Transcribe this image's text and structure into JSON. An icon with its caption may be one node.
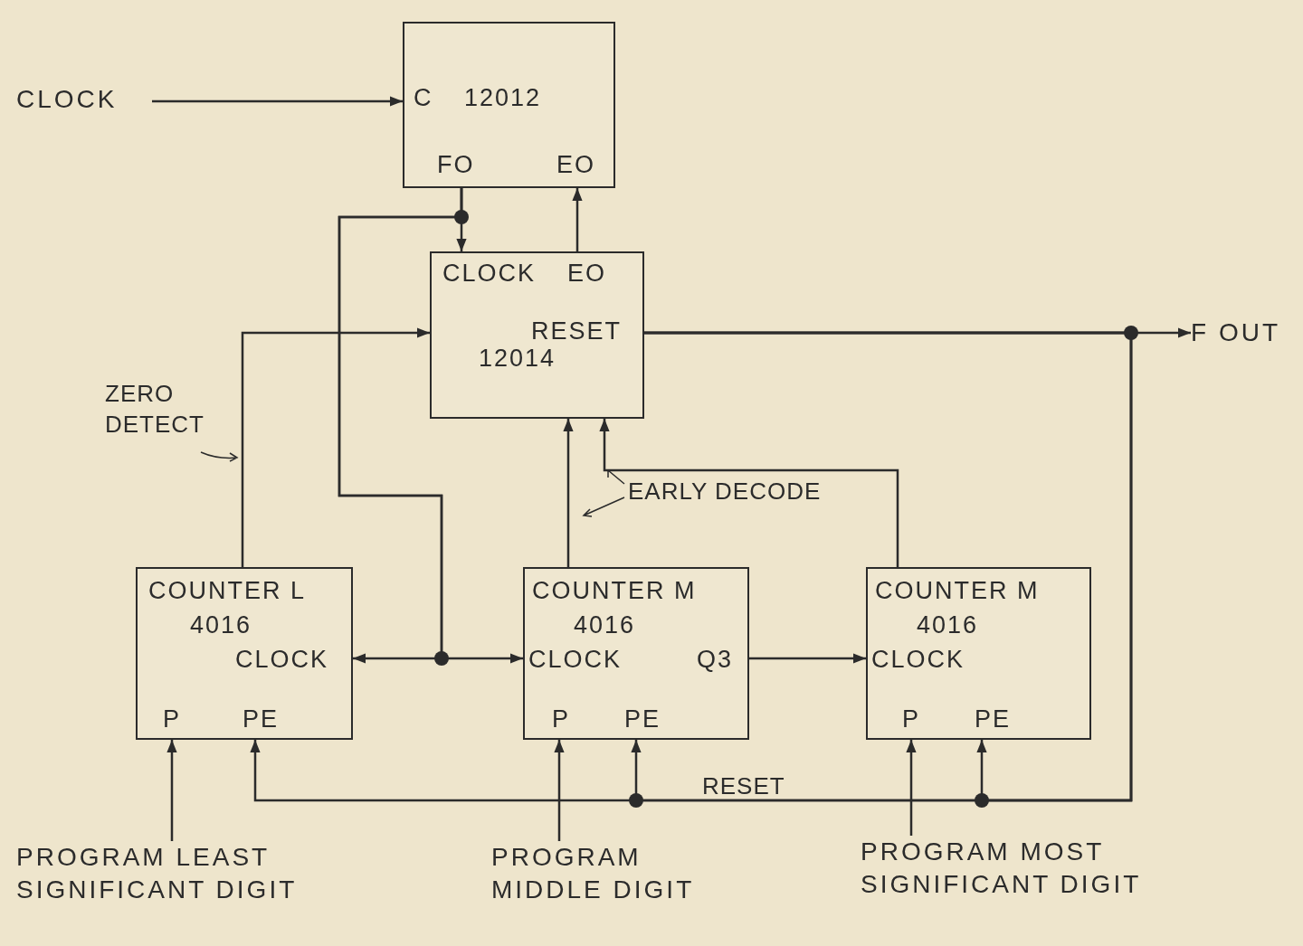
{
  "diagram": {
    "nodes": [
      {
        "text": [
          "CLOCK"
        ]
      },
      {
        "text": [
          "C",
          "12012",
          "FO",
          "EO"
        ]
      },
      {
        "text": [
          "CLOCK",
          "EO",
          "RESET",
          "12014"
        ]
      },
      {
        "text": [
          "COUNTER L",
          "4016",
          "CLOCK",
          "P",
          "PE"
        ]
      },
      {
        "text": [
          "COUNTER M",
          "4016",
          "CLOCK",
          "Q3",
          "P",
          "PE"
        ]
      },
      {
        "text": [
          "COUNTER M",
          "4016",
          "CLOCK",
          "P",
          "PE"
        ]
      },
      {
        "text": [
          "F OUT"
        ]
      },
      {
        "text": [
          "PROGRAM LEAST SIGNIFICANT DIGIT"
        ]
      },
      {
        "text": [
          "PROGRAM MIDDLE DIGIT"
        ]
      },
      {
        "text": [
          "PROGRAM MOST SIGNIFICANT DIGIT"
        ]
      }
    ],
    "edges": [
      {
        "from": 0,
        "to": 1,
        "arrow": "to"
      },
      {
        "from": 1,
        "to": 2,
        "arrow": "to"
      },
      {
        "from": 1,
        "to": 3,
        "arrow": "to"
      },
      {
        "from": 1,
        "to": 4,
        "arrow": "to"
      },
      {
        "from": 2,
        "to": 1,
        "arrow": "to"
      },
      {
        "from": 3,
        "to": 2,
        "arrow": "to"
      },
      {
        "from": 4,
        "to": 2,
        "arrow": "to"
      },
      {
        "from": 5,
        "to": 2,
        "arrow": "to"
      },
      {
        "from": 4,
        "to": 5,
        "arrow": "to"
      },
      {
        "from": 2,
        "to": 6,
        "arrow": "to"
      },
      {
        "from": 2,
        "to": 3,
        "arrow": "to"
      },
      {
        "from": 2,
        "to": 4,
        "arrow": "to"
      },
      {
        "from": 2,
        "to": 5,
        "arrow": "to"
      },
      {
        "from": 7,
        "to": 3,
        "arrow": "to"
      },
      {
        "from": 8,
        "to": 4,
        "arrow": "to"
      },
      {
        "from": 9,
        "to": 5,
        "arrow": "to"
      }
    ],
    "labels": [
      "ZERO DETECT",
      "EARLY DECODE",
      "RESET"
    ]
  }
}
